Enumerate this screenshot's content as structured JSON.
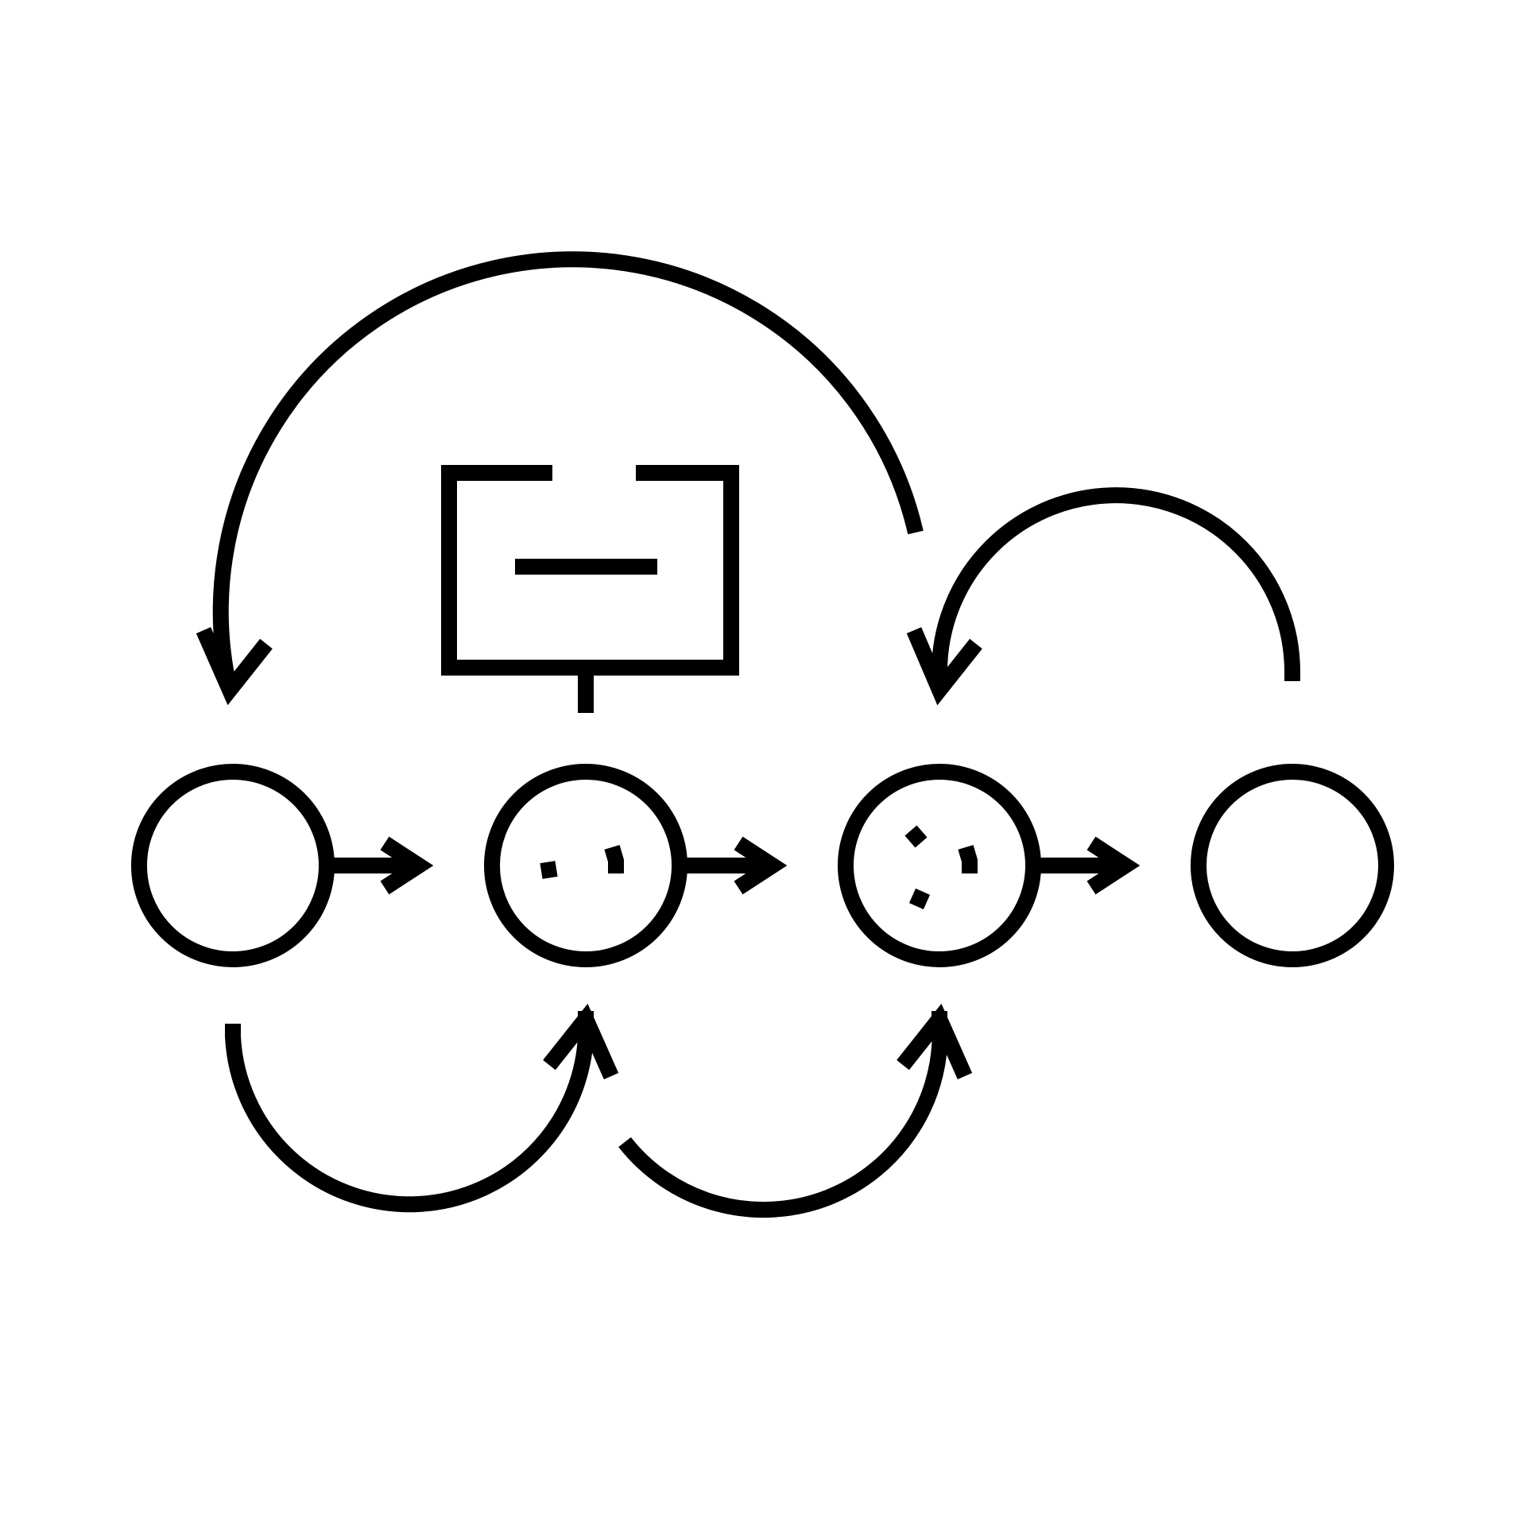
{
  "diagram": {
    "background": "#ffffff",
    "stroke": "#000000",
    "states": [
      {
        "id": "state-1",
        "dots": "none"
      },
      {
        "id": "state-2",
        "dots": "two-dots"
      },
      {
        "id": "state-3",
        "dots": "three-dots"
      },
      {
        "id": "state-4",
        "dots": "none"
      }
    ],
    "transitions": [
      {
        "from": "state-1",
        "to": "state-2",
        "kind": "straight"
      },
      {
        "from": "state-2",
        "to": "state-3",
        "kind": "straight"
      },
      {
        "from": "state-3",
        "to": "state-4",
        "kind": "straight"
      },
      {
        "from": "state-1",
        "to": "state-2",
        "kind": "arc-below"
      },
      {
        "from": "state-2",
        "to": "state-3",
        "kind": "arc-below"
      },
      {
        "from": "state-3",
        "to": "state-1",
        "kind": "arc-above"
      },
      {
        "from": "state-4",
        "to": "state-3",
        "kind": "arc-above"
      }
    ],
    "icons": [
      "battery-icon",
      "circle-node-icon",
      "arrow-icon"
    ]
  }
}
